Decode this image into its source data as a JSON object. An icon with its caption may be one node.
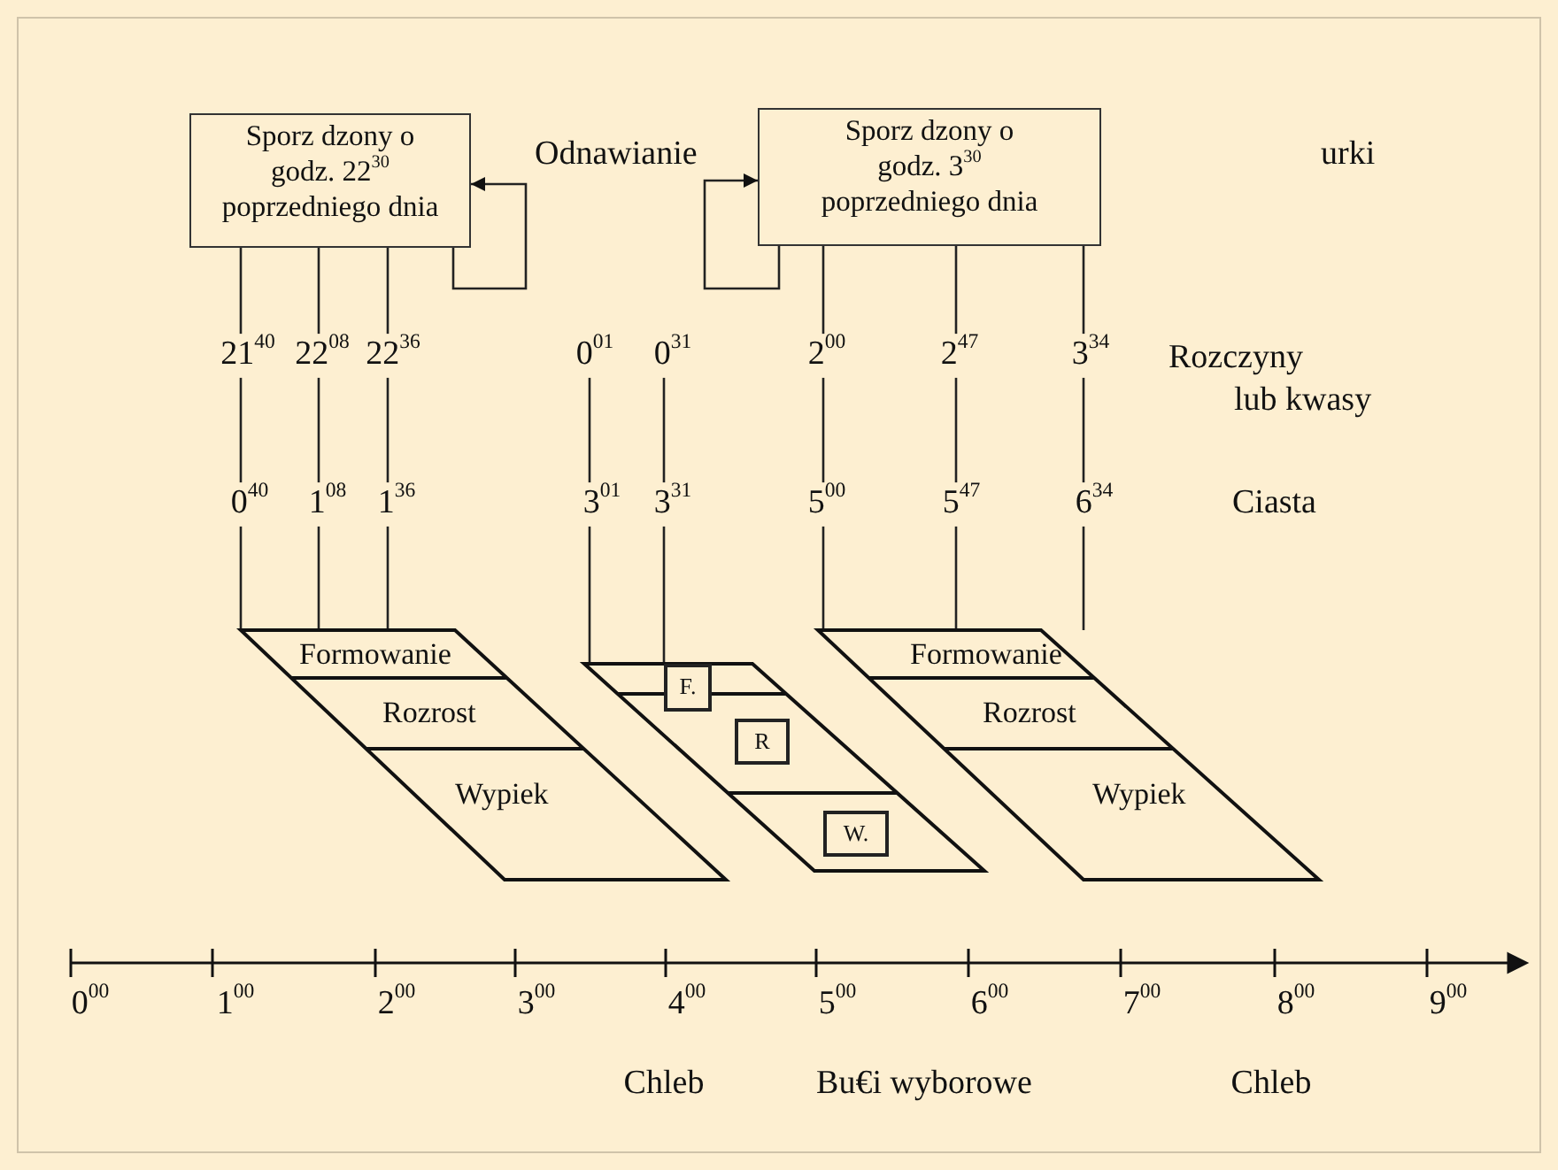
{
  "diagram": {
    "nodes": [
      {
        "text": [
          "Sporz dzony o godz. 22$^{30}$ poprzedniego dnia"
        ]
      },
      {
        "text": [
          "Sporz dzony o godz. 3$^{30}$ poprzedniego dnia"
        ]
      },
      {
        "text": [
          "21$^{40}$"
        ]
      },
      {
        "text": [
          "22$^{08}$"
        ]
      },
      {
        "text": [
          "22$^{36}$"
        ]
      },
      {
        "text": [
          "0$^{01}$"
        ]
      },
      {
        "text": [
          "0$^{31}$"
        ]
      },
      {
        "text": [
          "2$^{00}$"
        ]
      },
      {
        "text": [
          "2$^{47}$"
        ]
      },
      {
        "text": [
          "3$^{34}$"
        ]
      },
      {
        "text": [
          "0$^{40}$"
        ]
      },
      {
        "text": [
          "1$^{08}$"
        ]
      },
      {
        "text": [
          "1$^{36}$"
        ]
      },
      {
        "text": [
          "3$^{01}$"
        ]
      },
      {
        "text": [
          "3$^{31}$"
        ]
      },
      {
        "text": [
          "5$^{00}$"
        ]
      },
      {
        "text": [
          "5$^{47}$"
        ]
      },
      {
        "text": [
          "6$^{34}$"
        ]
      },
      {
        "text": [],
        "shape": "parallelogram"
      },
      {
        "text": [
          "Formowanie"
        ],
        "in": 18
      },
      {
        "text": [
          "Rozrost"
        ],
        "in": 18
      },
      {
        "text": [
          "Wypiek"
        ],
        "in": 18
      },
      {
        "text": [],
        "shape": "parallelogram"
      },
      {
        "text": [
          "F."
        ]
      },
      {
        "text": [
          "R"
        ],
        "in": 22
      },
      {
        "text": [
          "W."
        ]
      },
      {
        "text": [],
        "shape": "parallelogram"
      },
      {
        "text": [
          "Formowanie"
        ],
        "in": 26
      },
      {
        "text": [
          "Rozrost"
        ],
        "in": 26
      },
      {
        "text": [
          "Wypiek"
        ],
        "in": 26
      }
    ],
    "edges": [
      {
        "from": 0,
        "to": 0,
        "arrow": "to"
      },
      {
        "from": 1,
        "to": 1,
        "arrow": "to"
      },
      {
        "from": 0,
        "to": 2,
        "arrow": "none"
      },
      {
        "from": 0,
        "to": 3,
        "arrow": "none"
      },
      {
        "from": 0,
        "to": 4,
        "arrow": "none"
      },
      {
        "from": 1,
        "to": 7,
        "arrow": "none"
      },
      {
        "from": 1,
        "to": 8,
        "arrow": "none"
      },
      {
        "from": 1,
        "to": 9,
        "arrow": "none"
      },
      {
        "from": 2,
        "to": 10,
        "arrow": "none"
      },
      {
        "from": 3,
        "to": 11,
        "arrow": "none"
      },
      {
        "from": 4,
        "to": 12,
        "arrow": "none"
      },
      {
        "from": 5,
        "to": 13,
        "arrow": "none"
      },
      {
        "from": 6,
        "to": 14,
        "arrow": "none"
      },
      {
        "from": 7,
        "to": 15,
        "arrow": "none"
      },
      {
        "from": 8,
        "to": 16,
        "arrow": "none"
      },
      {
        "from": 9,
        "to": 17,
        "arrow": "none"
      },
      {
        "from": 10,
        "to": 18,
        "arrow": "none"
      },
      {
        "from": 11,
        "to": 18,
        "arrow": "none"
      },
      {
        "from": 12,
        "to": 18,
        "arrow": "none"
      },
      {
        "from": 13,
        "to": 22,
        "arrow": "none"
      },
      {
        "from": 14,
        "to": 23,
        "arrow": "none"
      },
      {
        "from": 15,
        "to": 26,
        "arrow": "none"
      },
      {
        "from": 16,
        "to": 26,
        "arrow": "none"
      },
      {
        "from": 17,
        "to": 26,
        "arrow": "none"
      }
    ],
    "labels": [
      "Odnawianie",
      "urki",
      "Rozczyny",
      "lub kwasy",
      "Ciasta",
      "0$^{00}$",
      "1$^{00}$",
      "2$^{00}$",
      "3$^{00}$",
      "4$^{00}$",
      "5$^{00}$",
      "6$^{00}$",
      "7$^{00}$",
      "8$^{00}$",
      "9$^{00}$",
      "Chleb",
      "Bu€i wyborowe",
      "Chleb"
    ]
  }
}
